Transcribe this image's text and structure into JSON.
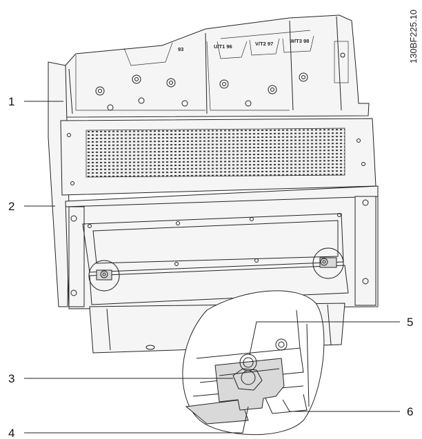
{
  "figure": {
    "code": "130BF225.10",
    "callouts": [
      {
        "id": "1",
        "label": "1"
      },
      {
        "id": "2",
        "label": "2"
      },
      {
        "id": "3",
        "label": "3"
      },
      {
        "id": "4",
        "label": "4"
      },
      {
        "id": "5",
        "label": "5"
      },
      {
        "id": "6",
        "label": "6"
      }
    ],
    "terminal_labels": [
      "U/T1 96",
      "V/T2 97",
      "W/T3 98"
    ],
    "partial_terminal_label": "93"
  }
}
